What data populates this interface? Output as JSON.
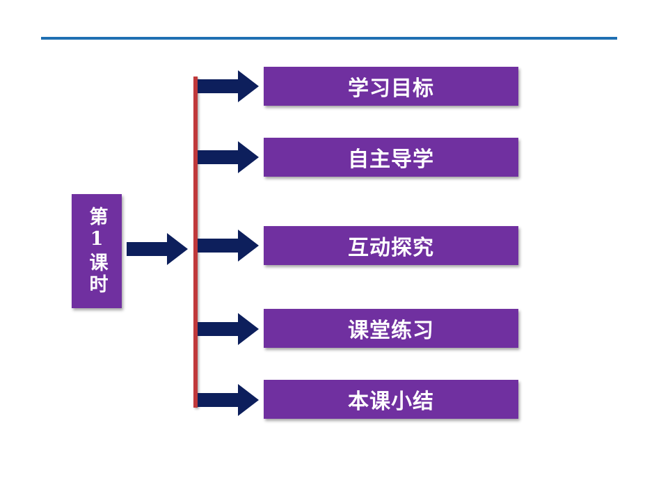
{
  "lesson": {
    "label": "第1课时"
  },
  "items": [
    {
      "label": "学习目标"
    },
    {
      "label": "自主导学"
    },
    {
      "label": "互动探究"
    },
    {
      "label": "课堂练习"
    },
    {
      "label": "本课小结"
    }
  ],
  "colors": {
    "box": "#7030a0",
    "arrow": "#0d1f5c",
    "bar": "#c0393b",
    "rule": "#1f6fb2"
  }
}
